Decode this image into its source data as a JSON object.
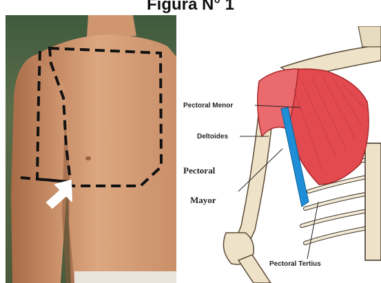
{
  "figure": {
    "title": "Figura N° 1"
  },
  "anatomy": {
    "labels": {
      "pectoral_menor": "Pectoral Menor",
      "deltoides": "Deltoides",
      "pectoral": "Pectoral",
      "mayor": "Mayor",
      "pectoral_tertius": "Pectoral Tertius"
    }
  },
  "colors": {
    "muscle": "#e24a4f",
    "tertius": "#1e8fd6",
    "bone": "#eee3c8",
    "skin": "#d9a07a",
    "outline": "#111111",
    "arrow": "#ffffff"
  }
}
